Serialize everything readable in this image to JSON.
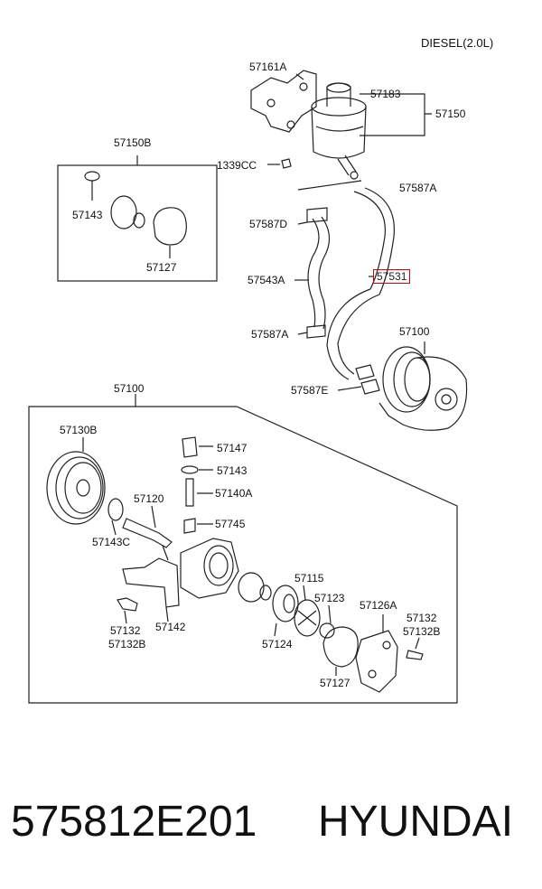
{
  "engine_variant": "DIESEL(2.0L)",
  "labels": {
    "l57161A": "57161A",
    "l57183": "57183",
    "l57150": "57150",
    "l1339CC": "1339CC",
    "l57150B": "57150B",
    "l57143_kit": "57143",
    "l57127_kit": "57127",
    "l57587A_top": "57587A",
    "l57587D": "57587D",
    "l57543A": "57543A",
    "l57531": "57531",
    "l57587A_mid": "57587A",
    "l57100_pump": "57100",
    "l57587E": "57587E",
    "l57100_group": "57100",
    "l57130B": "57130B",
    "l57147": "57147",
    "l57143_valve": "57143",
    "l57140A": "57140A",
    "l57120": "57120",
    "l57745": "57745",
    "l57143C": "57143C",
    "l57115": "57115",
    "l57123": "57123",
    "l57126A": "57126A",
    "l57132_left": "57132",
    "l57132B_left": "57132B",
    "l57142": "57142",
    "l57124": "57124",
    "l57127_pump": "57127",
    "l57132_right": "57132",
    "l57132B_right": "57132B"
  },
  "highlighted_part": "57531",
  "footer": {
    "part_number": "575812E201",
    "brand": "HYUNDAI"
  },
  "colors": {
    "highlight": "#d10000",
    "line": "#222222"
  }
}
